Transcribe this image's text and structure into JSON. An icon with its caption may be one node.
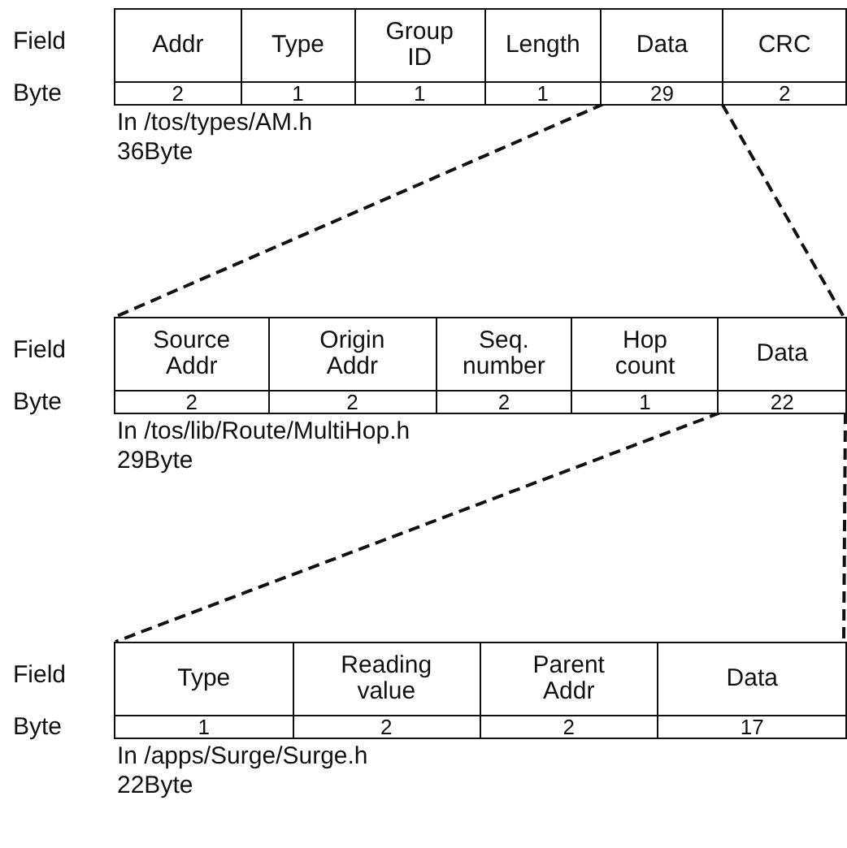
{
  "diagram": {
    "nodes": [
      {
        "text": [],
        "shape": "box",
        "beside": [
          "In /tos/types/AM.h",
          "36Byte"
        ]
      },
      {
        "text": [
          "Addr",
          "2"
        ],
        "in": 0
      },
      {
        "text": [
          "Type",
          "1"
        ],
        "in": 0
      },
      {
        "text": [
          "Group ID",
          "1"
        ],
        "in": 0
      },
      {
        "text": [
          "Length",
          "1"
        ],
        "in": 0
      },
      {
        "text": [
          "Data",
          "29"
        ],
        "in": 0
      },
      {
        "text": [
          "CRC",
          "2"
        ],
        "in": 0
      },
      {
        "text": [],
        "shape": "box",
        "beside": [
          "In /tos/lib/Route/MultiHop.h",
          "29Byte"
        ]
      },
      {
        "text": [
          "Source Addr",
          "2"
        ],
        "in": 7
      },
      {
        "text": [
          "Origin Addr",
          "2"
        ],
        "in": 7
      },
      {
        "text": [
          "Seq. number",
          "2"
        ],
        "in": 7
      },
      {
        "text": [
          "Hop count",
          "1"
        ],
        "in": 7
      },
      {
        "text": [
          "Data",
          "22"
        ],
        "in": 7
      },
      {
        "text": [],
        "shape": "box",
        "beside": [
          "In /apps/Surge/Surge.h",
          "22Byte"
        ]
      },
      {
        "text": [
          "Type",
          "1"
        ],
        "in": 13
      },
      {
        "text": [
          "Reading value",
          "2"
        ],
        "in": 13
      },
      {
        "text": [
          "Parent Addr",
          "2"
        ],
        "in": 13
      },
      {
        "text": [
          "Data",
          "17"
        ],
        "in": 13
      }
    ],
    "edges": [
      {
        "from": 5,
        "to": 7,
        "arrow": "none",
        "style": "dashed"
      },
      {
        "from": 5,
        "to": 7,
        "arrow": "none",
        "style": "dashed"
      },
      {
        "from": 12,
        "to": 13,
        "arrow": "none",
        "style": "dashed"
      },
      {
        "from": 12,
        "to": 13,
        "arrow": "none",
        "style": "dashed"
      }
    ],
    "labels": [
      "Field",
      "Byte",
      "Field",
      "Byte",
      "Field",
      "Byte"
    ]
  }
}
